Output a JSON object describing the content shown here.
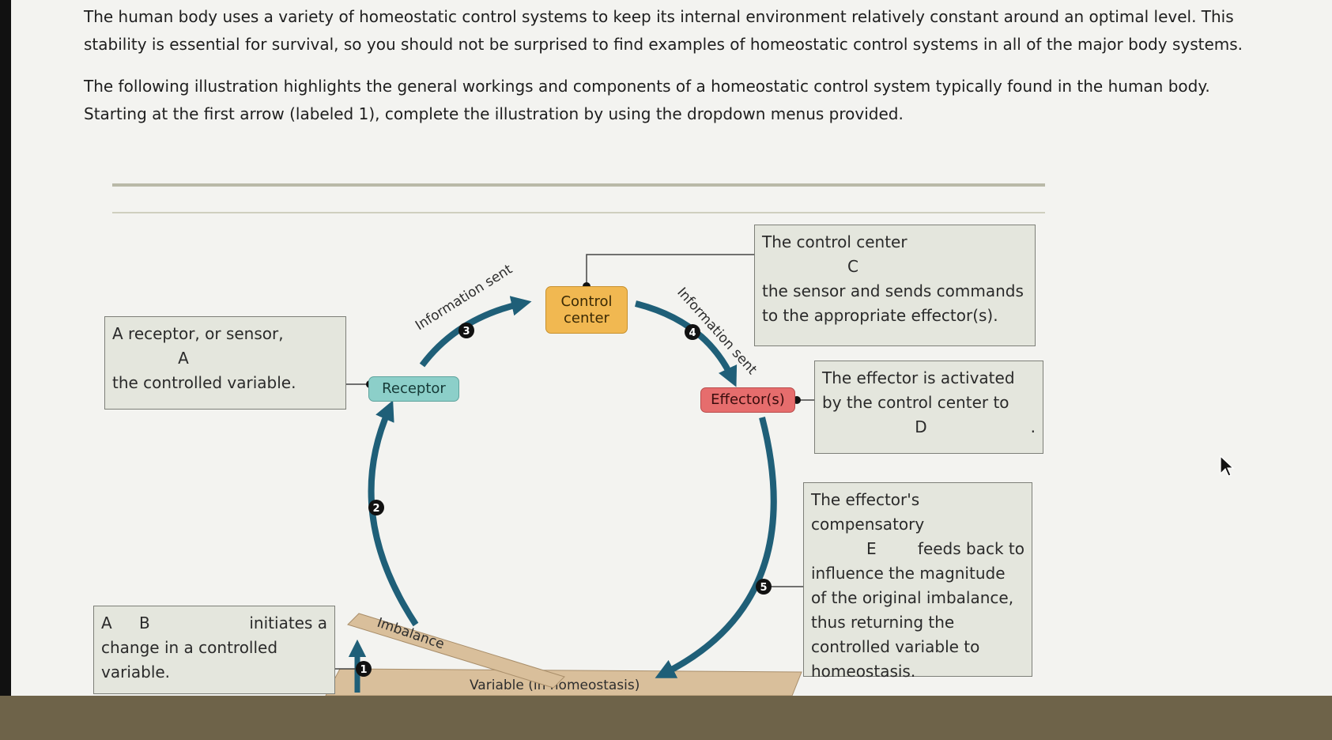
{
  "intro": {
    "paragraph1": "The human body uses a variety of homeostatic control systems to keep its internal environment relatively constant around an optimal level. This stability is essential for survival, so you should not be surprised to find examples of homeostatic control systems in all of the major body systems.",
    "paragraph2": "The following illustration highlights the general workings and components of a homeostatic control system typically found in the human body. Starting at the first arrow (labeled 1), complete the illustration by using the dropdown menus provided."
  },
  "diagram": {
    "nodes": {
      "control_center": "Control center",
      "receptor": "Receptor",
      "effector": "Effector(s)"
    },
    "arrow_labels": {
      "info_sent_left": "Information sent",
      "info_sent_right": "Information sent",
      "imbalance": "Imbalance",
      "variable": "Variable (in homeostasis)"
    },
    "step_numbers": [
      "1",
      "2",
      "3",
      "4",
      "5"
    ],
    "boxes": {
      "b_box": {
        "prefix": "A",
        "blank": "B",
        "suffix": "initiates a",
        "rest": "change in a controlled variable."
      },
      "a_box": {
        "line1": "A receptor, or sensor,",
        "blank": "A",
        "line2": "the controlled variable."
      },
      "c_box": {
        "line1": "The control center",
        "blank": "C",
        "line2": "the sensor and sends commands to the appropriate effector(s)."
      },
      "d_box": {
        "line1": "The effector is activated by the control center to",
        "blank": "D",
        "end": "."
      },
      "e_box": {
        "line1": "The effector's compensatory",
        "blank": "E",
        "line2": "feeds back to",
        "rest": "influence the magnitude of the original imbalance, thus returning the controlled variable to homeostasis."
      }
    }
  },
  "colors": {
    "arrow": "#1f5f78",
    "control_center": "#f1b851",
    "receptor": "#8ccfc9",
    "effector": "#e66d6d",
    "tan_band": "#d9bf9b",
    "box_bg": "#e4e6dd"
  }
}
